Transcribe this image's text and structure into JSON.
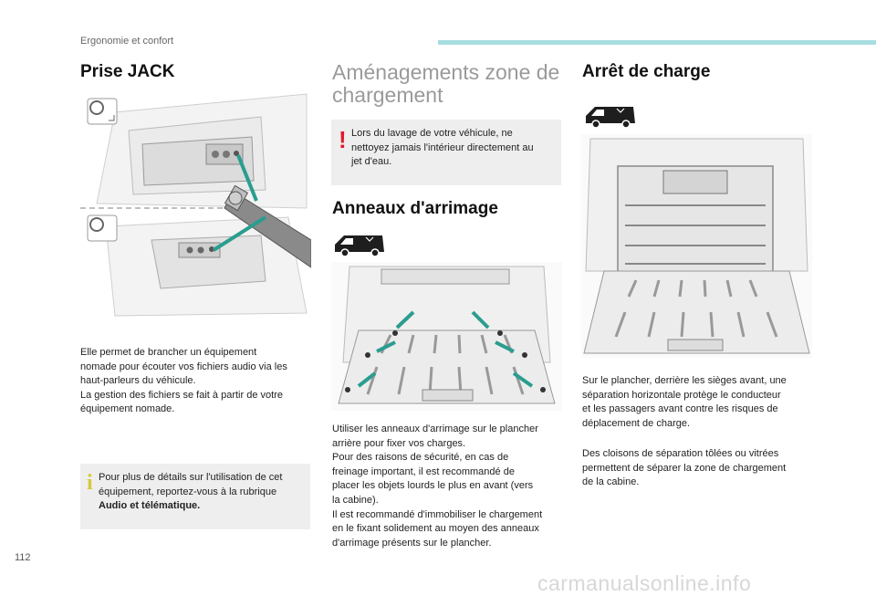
{
  "header": {
    "section_title": "Ergonomie et confort"
  },
  "col1": {
    "title": "Prise JACK",
    "paragraph_lines": [
      "Elle permet de brancher un équipement",
      "nomade pour écouter vos fichiers audio via les",
      "haut-parleurs du véhicule.",
      "La gestion des fichiers se fait à partir de votre",
      "équipement nomade."
    ],
    "info_box": {
      "line1": "Pour plus de détails sur l'utilisation de cet",
      "line2": "équipement, reportez-vous à la rubrique",
      "line3_bold": "Audio et télématique."
    }
  },
  "col2": {
    "title_line1": "Aménagements zone de",
    "title_line2": "chargement",
    "warning_lines": [
      "Lors du lavage de votre véhicule, ne",
      "nettoyez jamais l'intérieur directement au",
      "jet d'eau."
    ],
    "subtitle": "Anneaux d'arrimage",
    "paragraph_lines": [
      "Utiliser les anneaux d'arrimage sur le plancher",
      "arrière pour fixer vos charges.",
      "Pour des raisons de sécurité, en cas de",
      "freinage important, il est recommandé de",
      "placer les objets lourds le plus en avant (vers",
      "la cabine).",
      "Il est recommandé d'immobiliser le chargement",
      "en le fixant solidement au moyen des anneaux",
      "d'arrimage présents sur le plancher."
    ]
  },
  "col3": {
    "title": "Arrêt de charge",
    "paragraph1_lines": [
      "Sur le plancher, derrière les sièges avant, une",
      "séparation horizontale protège le conducteur",
      "et les passagers avant contre les risques de",
      "déplacement de charge."
    ],
    "paragraph2_lines": [
      "Des cloisons de séparation tôlées ou vitrées",
      "permettent de séparer la zone de chargement",
      "de la cabine."
    ]
  },
  "footer": {
    "page_number": "112",
    "watermark": "carmanualsonline.info"
  },
  "colors": {
    "accent_bar": "#a8dde0",
    "warning": "#e3182d",
    "info": "#d6c93a",
    "box_bg": "#eeeeee",
    "arrow_teal": "#2a9d8f"
  }
}
